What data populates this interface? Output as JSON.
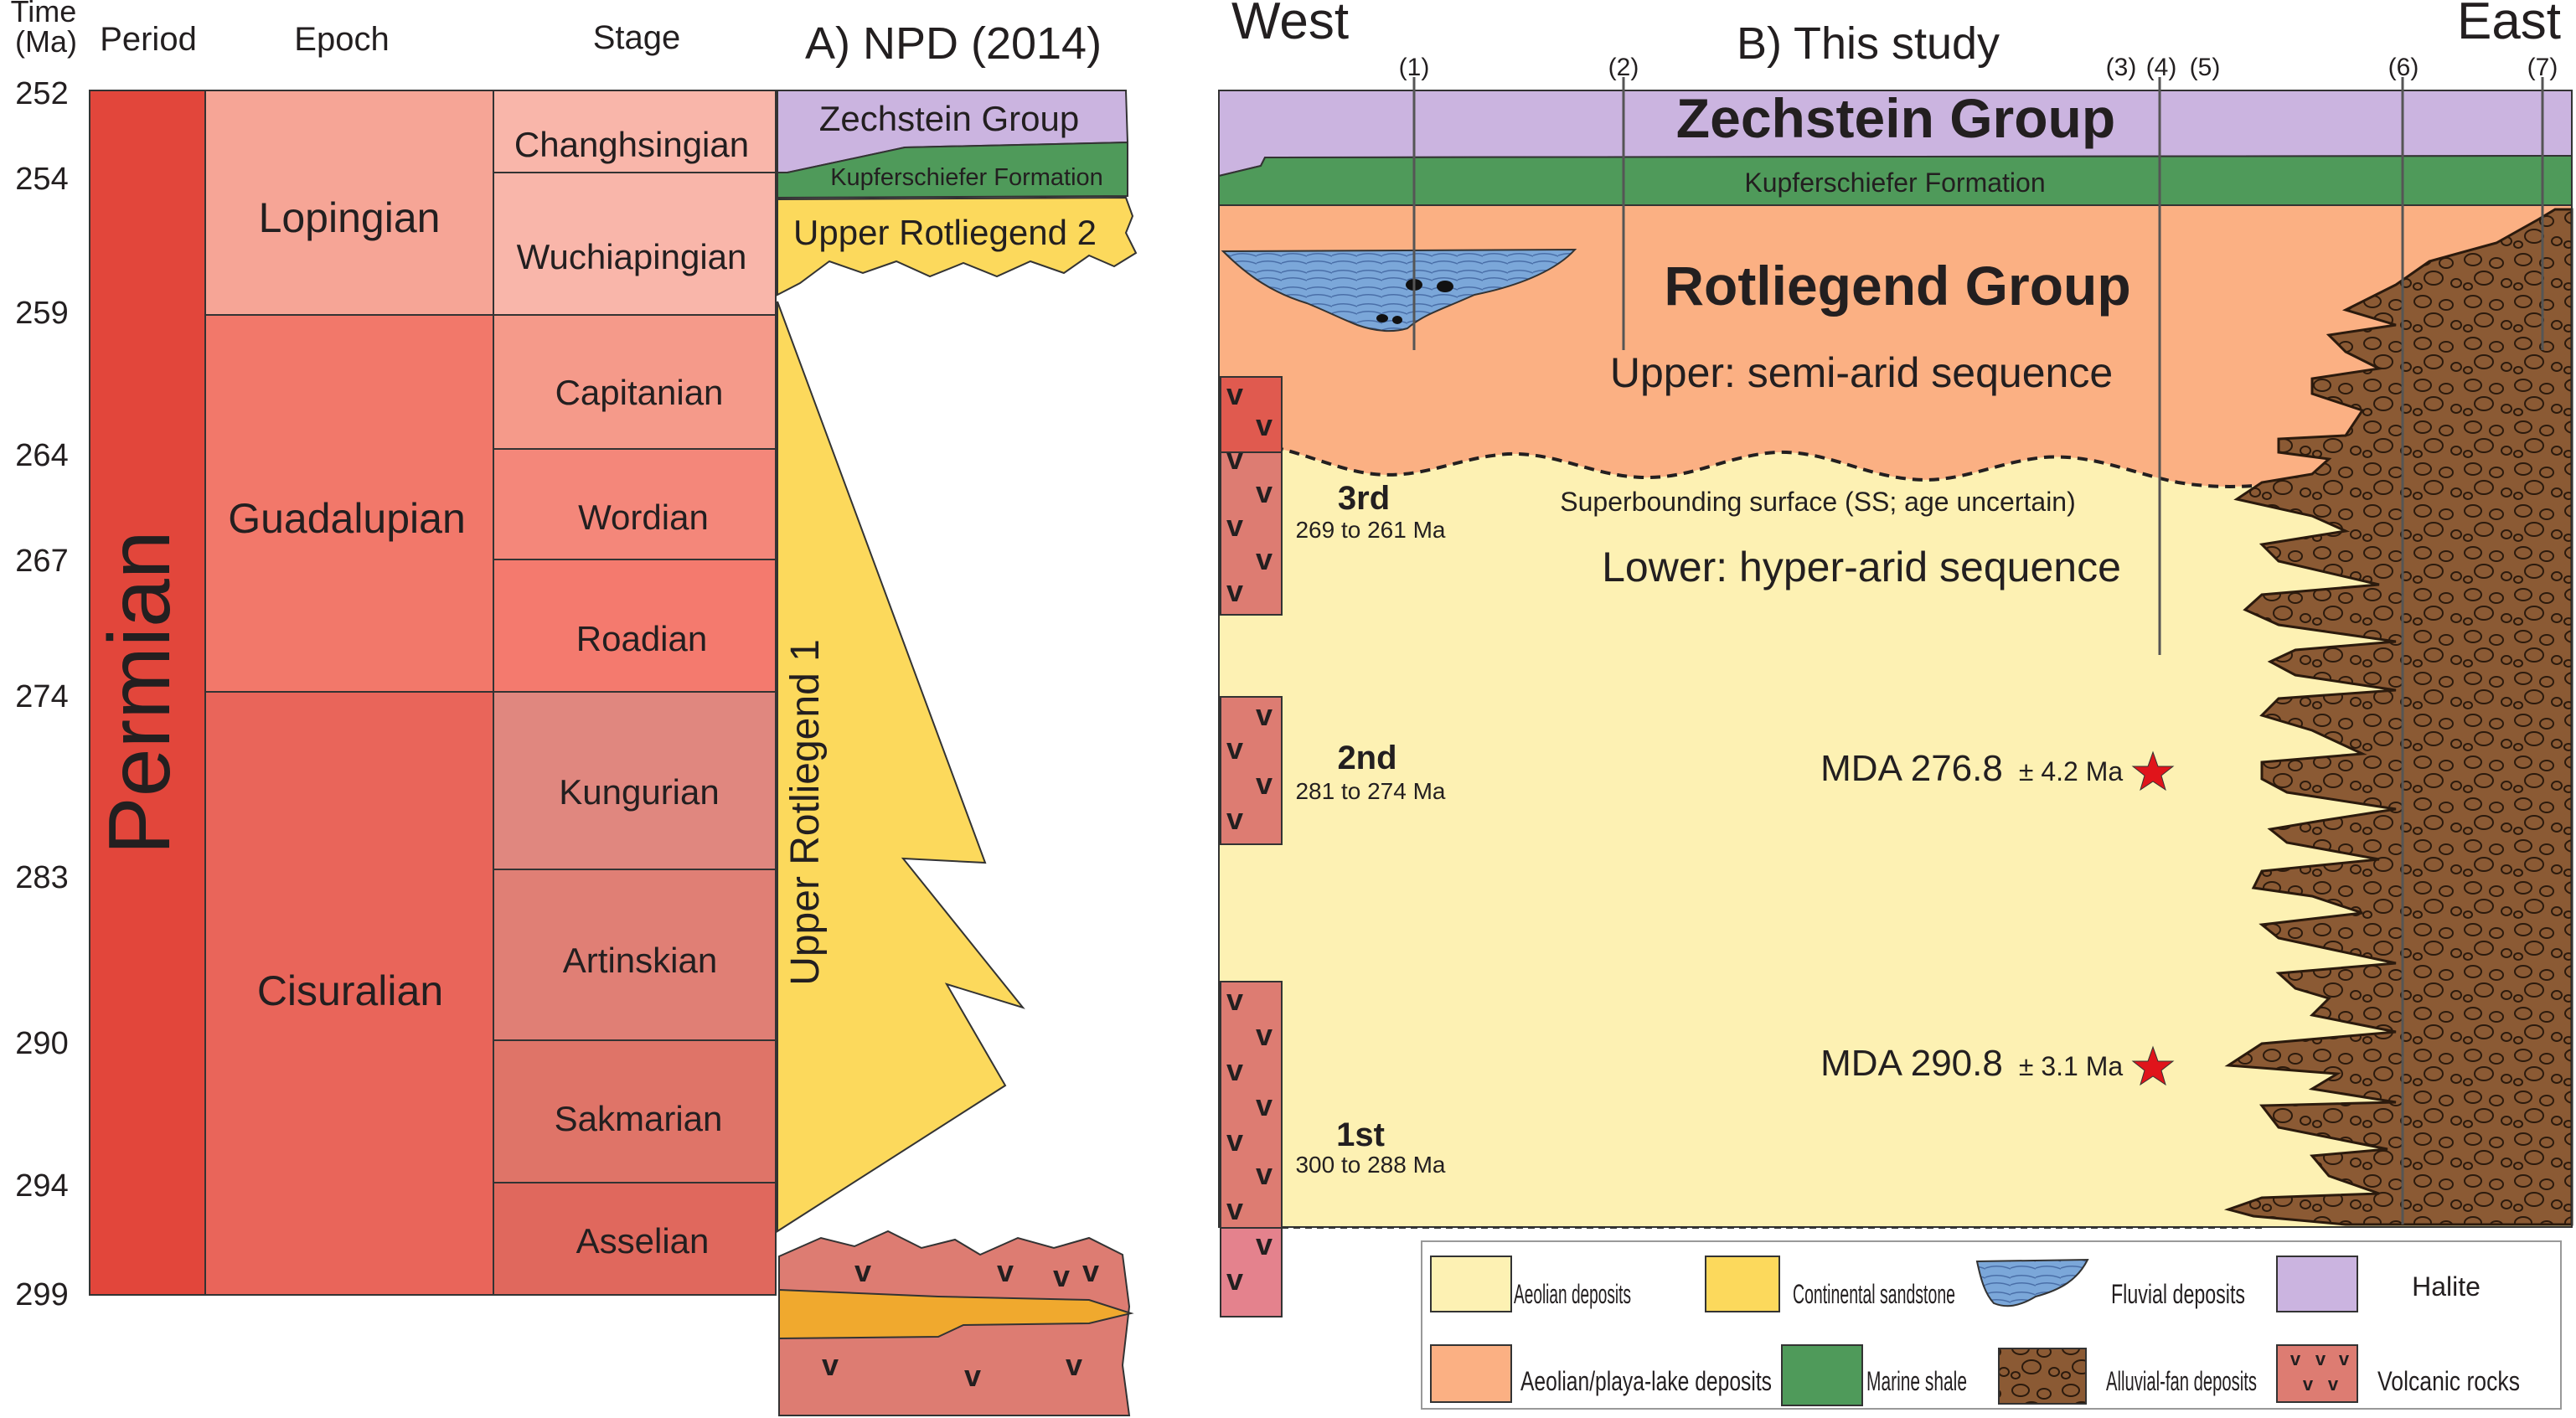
{
  "header": {
    "time": "Time",
    "ma": "(Ma)",
    "period": "Period",
    "epoch": "Epoch",
    "stage": "Stage"
  },
  "time_ticks": [
    "252",
    "254",
    "259",
    "264",
    "267",
    "274",
    "283",
    "290",
    "294",
    "299"
  ],
  "period": "Permian",
  "epochs": [
    "Lopingian",
    "Guadalupian",
    "Cisuralian"
  ],
  "stages": [
    "Changhsingian",
    "Wuchiapingian",
    "Capitanian",
    "Wordian",
    "Roadian",
    "Kungurian",
    "Artinskian",
    "Sakmarian",
    "Asselian"
  ],
  "panel_a": {
    "title": "A) NPD (2014)",
    "zechstein": "Zechstein Group",
    "kupferschiefer": "Kupferschiefer Formation",
    "upper_rotliegend_2": "Upper Rotliegend 2",
    "upper_rotliegend_1": "Upper Rotliegend 1",
    "volcanic_marks": [
      "v",
      "v",
      "v",
      "v",
      "v",
      "v",
      "v"
    ]
  },
  "panel_b": {
    "title": "B) This study",
    "west": "West",
    "east": "East",
    "well_labels": [
      "(1)",
      "(2)",
      "(3)",
      "(4)",
      "(5)",
      "(6)",
      "(7)"
    ],
    "zechstein": "Zechstein Group",
    "kupferschiefer": "Kupferschiefer Formation",
    "rotliegend": "Rotliegend Group",
    "upper_seq": "Upper: semi-arid sequence",
    "superbounding": "Superbounding surface (SS; age uncertain)",
    "lower_seq": "Lower: hyper-arid sequence",
    "pulses": [
      {
        "name": "3rd",
        "age": "269 to 261 Ma"
      },
      {
        "name": "2nd",
        "age": "281 to 274 Ma"
      },
      {
        "name": "1st",
        "age": "300 to 288 Ma"
      }
    ],
    "mda": [
      {
        "label": "MDA 276.8",
        "err": "± 4.2 Ma"
      },
      {
        "label": "MDA 290.8",
        "err": "± 3.1 Ma"
      }
    ],
    "volcanic_mark": "v"
  },
  "legend": [
    {
      "label": "Aeolian deposits",
      "color": "#fdf1b3"
    },
    {
      "label": "Continental sandstone",
      "color": "#fcd95c"
    },
    {
      "label": "Fluvial deposits",
      "color": "#7ba7d9"
    },
    {
      "label": "Halite",
      "color": "#cbb4e0"
    },
    {
      "label": "Aeolian/playa-lake deposits",
      "color": "#fbb083"
    },
    {
      "label": "Marine shale",
      "color": "#4f9a5a"
    },
    {
      "label": "Alluvial-fan deposits",
      "color": "#8b5a34"
    },
    {
      "label": "Volcanic rocks",
      "color": "#dd7c72"
    }
  ],
  "colors": {
    "period": "#e2463b",
    "lopingian": "#f6a596",
    "guadalupian": "#f2786a",
    "cisuralian": "#e9655a",
    "aeolian": "#fdf1b3",
    "playa": "#fbb083",
    "sandstone": "#fcd95c",
    "halite": "#cbb4e0",
    "shale": "#4f9a5a",
    "alluvial": "#8b5a34",
    "volcanic": "#dd7c72",
    "star": "#e0141b"
  }
}
